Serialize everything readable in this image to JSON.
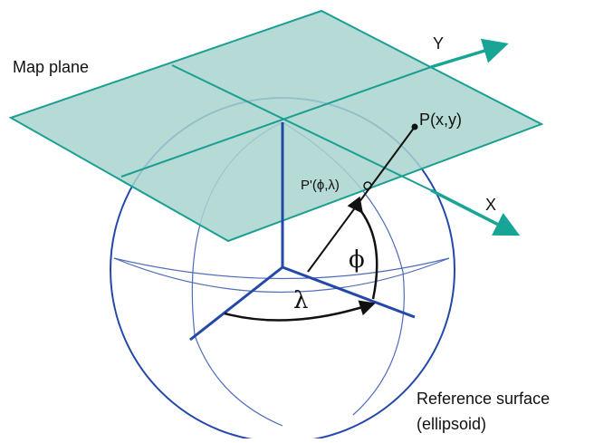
{
  "labels": {
    "map_plane": "Map plane",
    "y_axis": "Y",
    "x_axis": "X",
    "point_p": "P(x,y)",
    "point_p_prime": "P'(ϕ,λ)",
    "phi": "ϕ",
    "lambda": "λ",
    "reference_line1": "Reference surface",
    "reference_line2": "(ellipsoid)"
  },
  "colors": {
    "plane_fill": "#a9d5cf",
    "plane_stroke": "#1b9f92",
    "sphere_stroke": "#2348a8",
    "arrow_teal": "#18a596",
    "text": "#111111"
  }
}
